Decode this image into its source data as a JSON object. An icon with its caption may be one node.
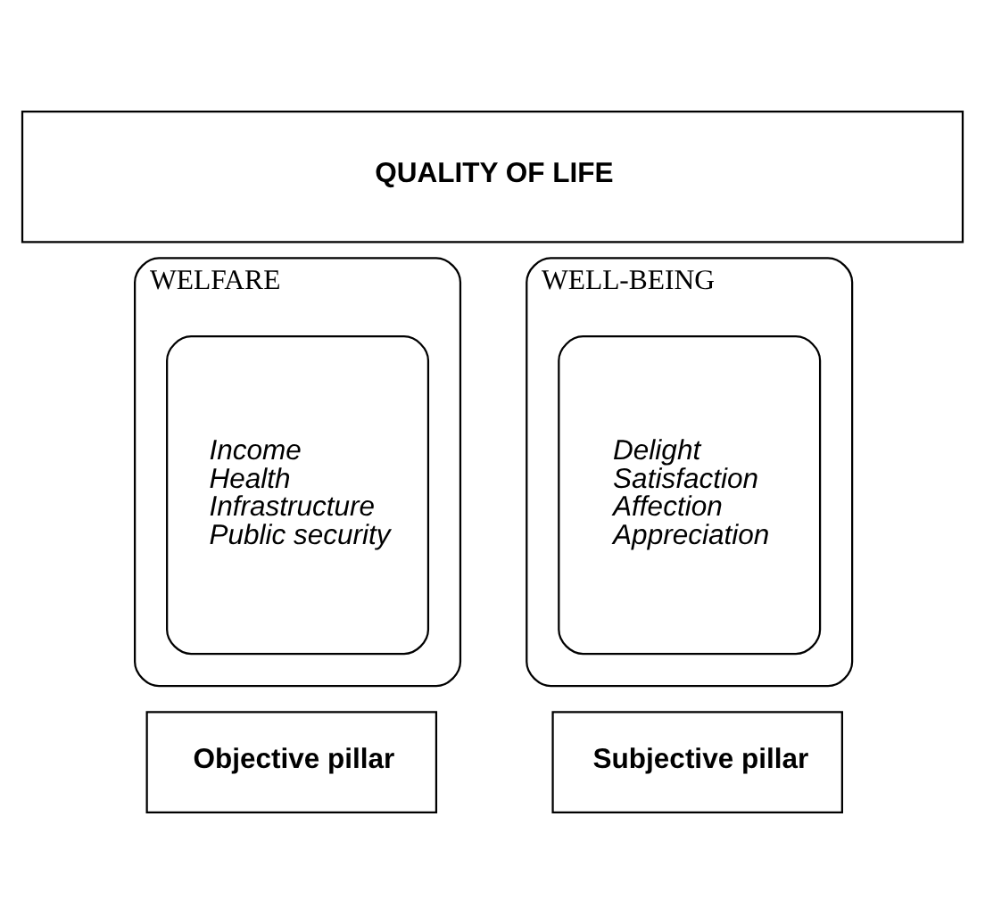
{
  "diagram": {
    "nodes": [
      {
        "text": [
          "QUALITY OF LIFE"
        ]
      },
      {
        "text": [
          "WELFARE"
        ]
      },
      {
        "text": [
          "Income",
          "Health",
          "Infrastructure",
          "Public security"
        ],
        "in": 1
      },
      {
        "text": [
          "WELL-BEING"
        ]
      },
      {
        "text": [
          "Delight",
          "Satisfaction",
          "Affection",
          "Appreciation"
        ],
        "in": 3
      },
      {
        "text": [
          "Objective pillar"
        ]
      },
      {
        "text": [
          "Subjective pillar"
        ]
      }
    ],
    "edges": []
  }
}
